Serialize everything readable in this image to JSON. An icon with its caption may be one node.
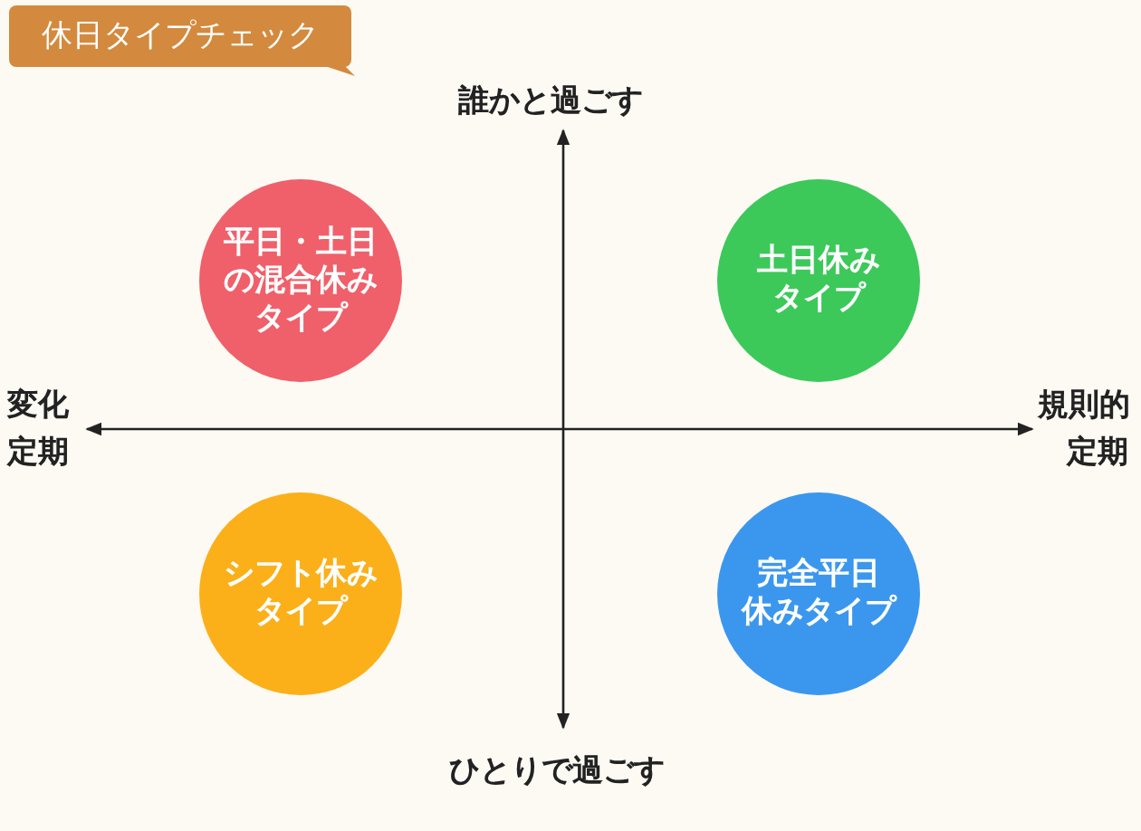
{
  "diagram": {
    "title": "休日タイプチェック",
    "nodes": [
      {
        "text": [
          "平日・土日の混合休みタイプ"
        ]
      },
      {
        "text": [
          "土日休みタイプ"
        ]
      },
      {
        "text": [
          "シフト休みタイプ"
        ]
      },
      {
        "text": [
          "完全平日休みタイプ"
        ]
      }
    ],
    "labels": [
      "誰かと過ごす",
      "変化",
      "定期",
      "規則的",
      "定期",
      "ひとりで過ごす"
    ]
  }
}
